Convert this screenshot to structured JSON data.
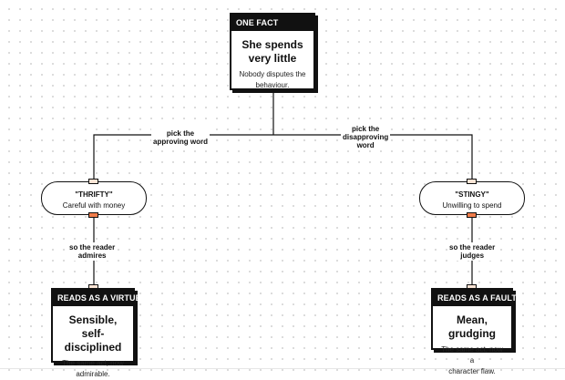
{
  "source": {
    "header": "ONE FACT",
    "title_line1": "She spends",
    "title_line2": "very little",
    "body_line1": "Nobody disputes the",
    "body_line2": "behaviour."
  },
  "branches": [
    {
      "edge_label_line1": "pick the",
      "edge_label_line2": "approving word",
      "word": {
        "title": "\"THRIFTY\"",
        "subtitle": "Careful with money"
      },
      "reaction_label_line1": "so the reader",
      "reaction_label_line2": "admires",
      "result": {
        "header": "READS AS A VIRTUE",
        "title_line1": "Sensible, self-",
        "title_line2": "disciplined",
        "body_line1": "The same act, now",
        "body_line2": "admirable."
      }
    },
    {
      "edge_label_line1": "pick the",
      "edge_label_line2": "disapproving",
      "edge_label_line3": "word",
      "word": {
        "title": "\"STINGY\"",
        "subtitle": "Unwilling to spend"
      },
      "reaction_label_line1": "so the reader",
      "reaction_label_line2": "judges",
      "result": {
        "header": "READS AS A FAULT",
        "title_line1": "Mean, grudging",
        "body_line1": "The same act, now a",
        "body_line2": "character flaw."
      }
    }
  ],
  "colors": {
    "ink": "#111111",
    "port_orange": "#f07c4a",
    "port_light": "#fde5d6"
  }
}
